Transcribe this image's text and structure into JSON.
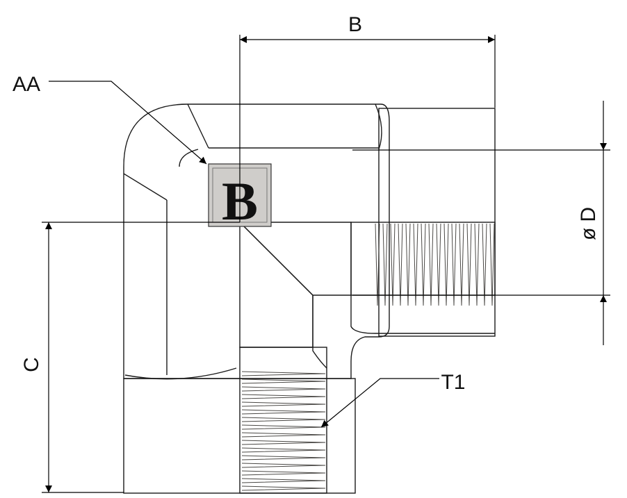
{
  "drawing": {
    "dimensions": {
      "b": "B",
      "c": "C",
      "d": "D",
      "diameter_symbol": "ø",
      "aa": "AA",
      "t1": "T1"
    },
    "stamp_letter": "B"
  }
}
